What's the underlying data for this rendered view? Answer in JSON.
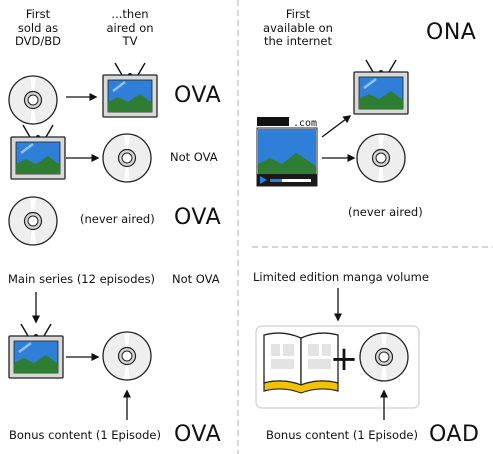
{
  "column_headers": {
    "first_sold": "First\nsold as\nDVD/BD",
    "then_aired": "...then\naired on\nTV",
    "first_internet": "First\navailable on\nthe internet"
  },
  "row_labels": {
    "row1": "OVA",
    "row2": "Not OVA",
    "row3_big": "OVA",
    "row3_note": "(never aired)",
    "row4_label": "Main series (12 episodes)",
    "row4_verdict": "Not OVA",
    "row4_bonus": "Bonus content (1 Episode)",
    "row4_result": "OVA"
  },
  "ona": {
    "title": "ONA",
    "url": ".com",
    "note": "(never aired)"
  },
  "oad": {
    "top": "Limited edition manga volume",
    "bonus": "Bonus content (1 Episode)",
    "plus": "+",
    "title": "OAD"
  },
  "colors": {
    "divider": "#bbbbbb",
    "tv_sky": "#2f7fd8",
    "tv_grass": "#2e7d32",
    "tv_frame": "#d9d9d9",
    "disc": "#ededed",
    "book_spine": "#f2c300",
    "player_bar": "#1a1a1a",
    "play_icon": "#2a7de1"
  },
  "icons": [
    "tv-icon",
    "disc-icon",
    "laptop-video-icon",
    "manga-book-icon",
    "arrow-icon"
  ]
}
